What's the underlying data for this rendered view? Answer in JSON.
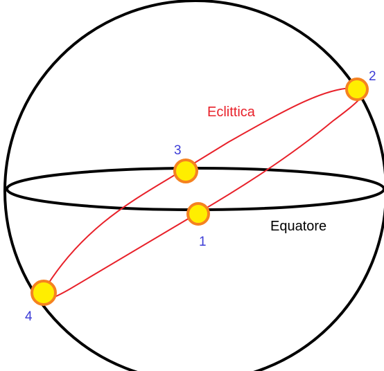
{
  "labels": {
    "ecliptic": "Eclittica",
    "equator": "Equatore"
  },
  "points": [
    {
      "id": "1",
      "label": "1"
    },
    {
      "id": "2",
      "label": "2"
    },
    {
      "id": "3",
      "label": "3"
    },
    {
      "id": "4",
      "label": "4"
    }
  ],
  "colors": {
    "sphere_outline": "#000000",
    "equator": "#000000",
    "ecliptic": "#e8212a",
    "sun_fill": "#ffee00",
    "sun_stroke": "#f58220",
    "point_label": "#3b3bd6",
    "ecliptic_label": "#e8212a",
    "equator_label": "#000000",
    "background": "#ffffff"
  }
}
